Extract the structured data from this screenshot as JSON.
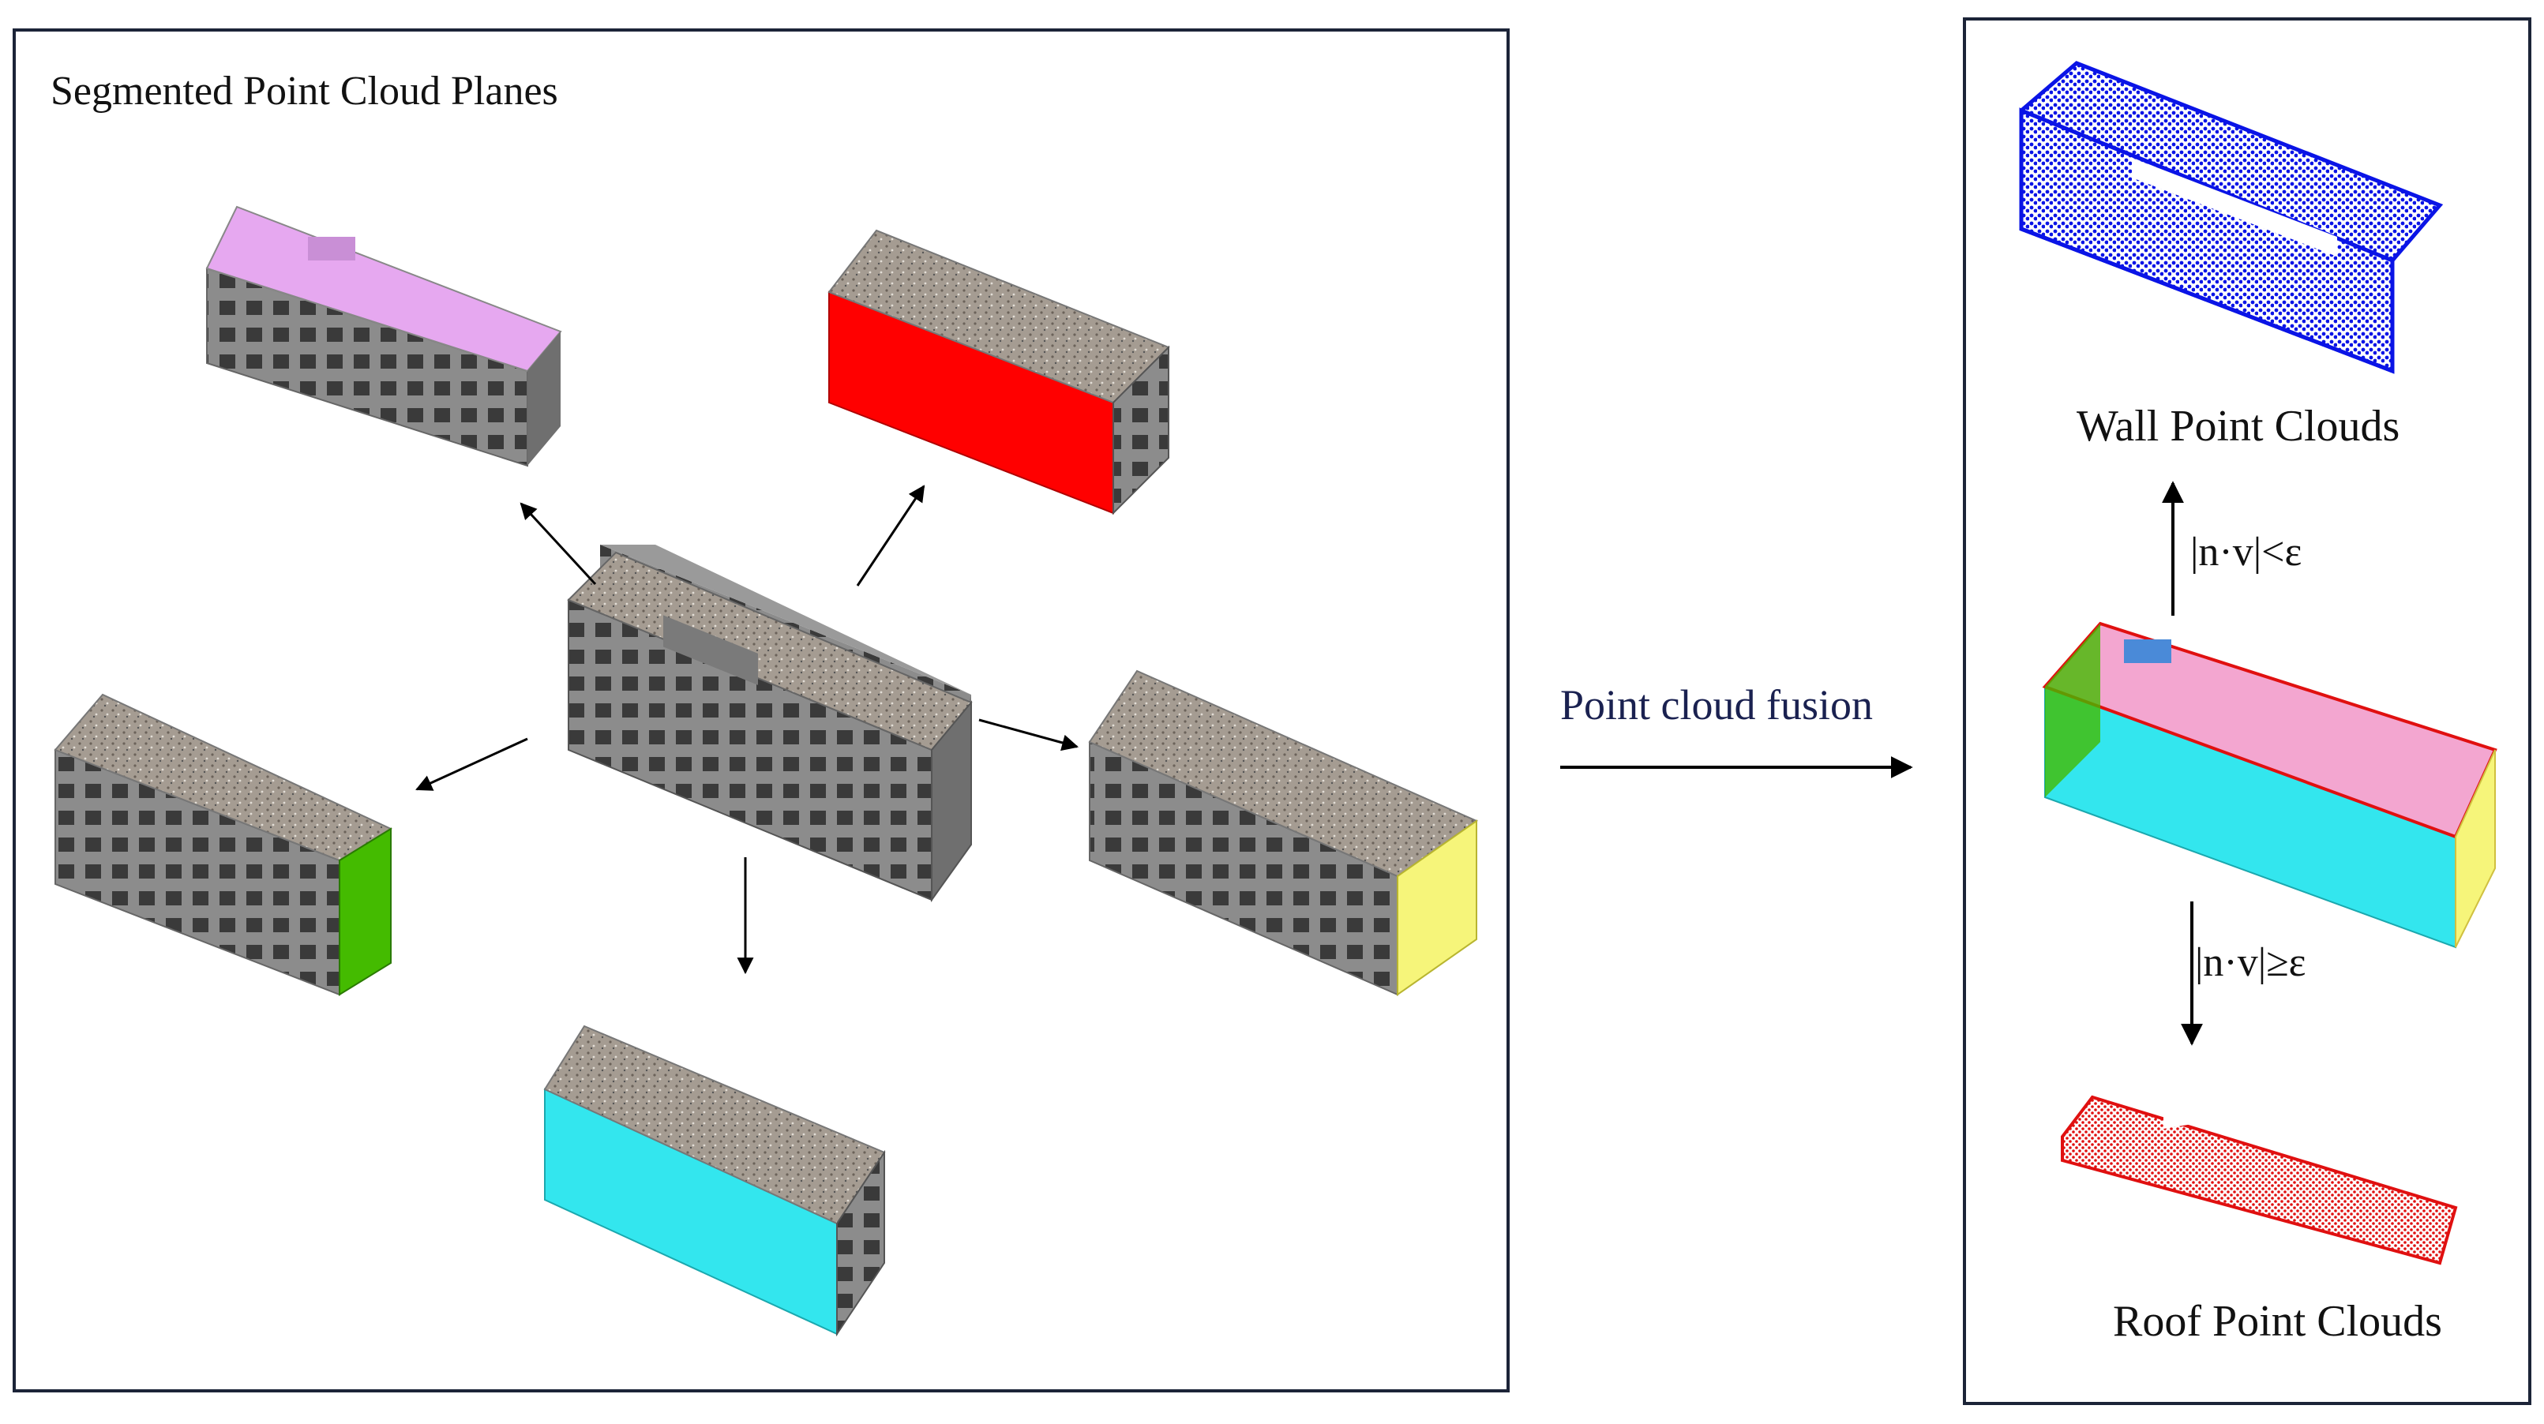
{
  "left_panel": {
    "title": "Segmented Point Cloud Planes",
    "buildings": [
      {
        "id": "center",
        "label": "",
        "plane_color": "none"
      },
      {
        "id": "top-left",
        "label": "",
        "plane_color": "#e6a8f0"
      },
      {
        "id": "top-right",
        "label": "",
        "plane_color": "#ff0000"
      },
      {
        "id": "mid-left",
        "label": "",
        "plane_color": "#44bb00"
      },
      {
        "id": "mid-right",
        "label": "",
        "plane_color": "#f6f57a"
      },
      {
        "id": "bottom",
        "label": "",
        "plane_color": "#33e6ee"
      }
    ]
  },
  "middle": {
    "fusion_label": "Point cloud fusion"
  },
  "right_panel": {
    "wall_label": "Wall Point Clouds",
    "roof_label": "Roof Point Clouds",
    "wall_condition": "|n·v|<ε",
    "roof_condition": "|n·v|≥ε",
    "wall_color": "#0a14e6",
    "roof_color": "#e01010"
  },
  "colors": {
    "border": "#1c2438",
    "building_gray": "#8c8c8c",
    "roof_gray": "#a59c92"
  }
}
